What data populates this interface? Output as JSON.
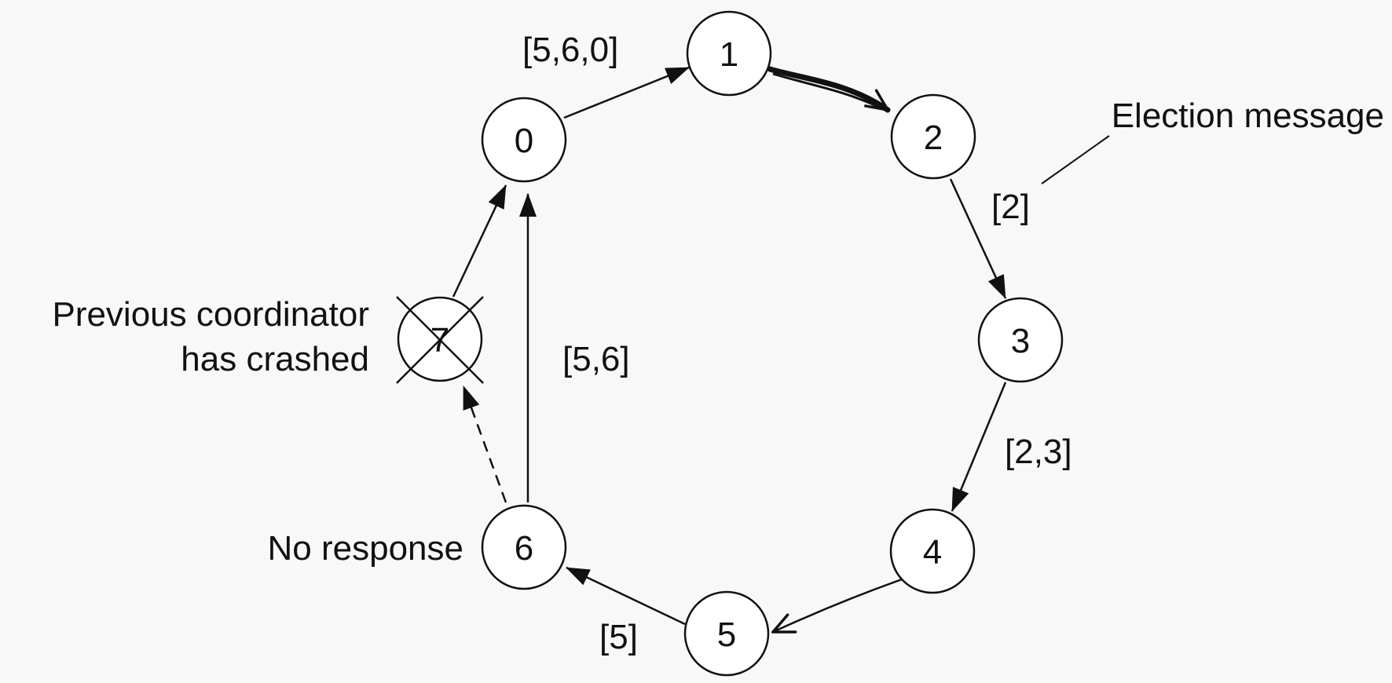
{
  "nodes": [
    {
      "id": "0",
      "label": "0"
    },
    {
      "id": "1",
      "label": "1"
    },
    {
      "id": "2",
      "label": "2"
    },
    {
      "id": "3",
      "label": "3"
    },
    {
      "id": "4",
      "label": "4"
    },
    {
      "id": "5",
      "label": "5"
    },
    {
      "id": "6",
      "label": "6"
    },
    {
      "id": "7",
      "label": "7",
      "crossed_out": true
    }
  ],
  "edges": [
    {
      "from": "0",
      "to": "1",
      "message": "[5,6,0]"
    },
    {
      "from": "1",
      "to": "2",
      "message": ""
    },
    {
      "from": "2",
      "to": "3",
      "message": "[2]"
    },
    {
      "from": "3",
      "to": "4",
      "message": "[2,3]"
    },
    {
      "from": "4",
      "to": "5",
      "message": ""
    },
    {
      "from": "5",
      "to": "6",
      "message": "[5]"
    },
    {
      "from": "6",
      "to": "7",
      "message": "",
      "style": "dashed"
    },
    {
      "from": "6",
      "to": "0",
      "message": "[5,6]"
    },
    {
      "from": "7",
      "to": "0",
      "message": ""
    }
  ],
  "annotations": {
    "election_message": "Election message",
    "crashed_line1": "Previous coordinator",
    "crashed_line2": "has crashed",
    "no_response": "No response"
  }
}
